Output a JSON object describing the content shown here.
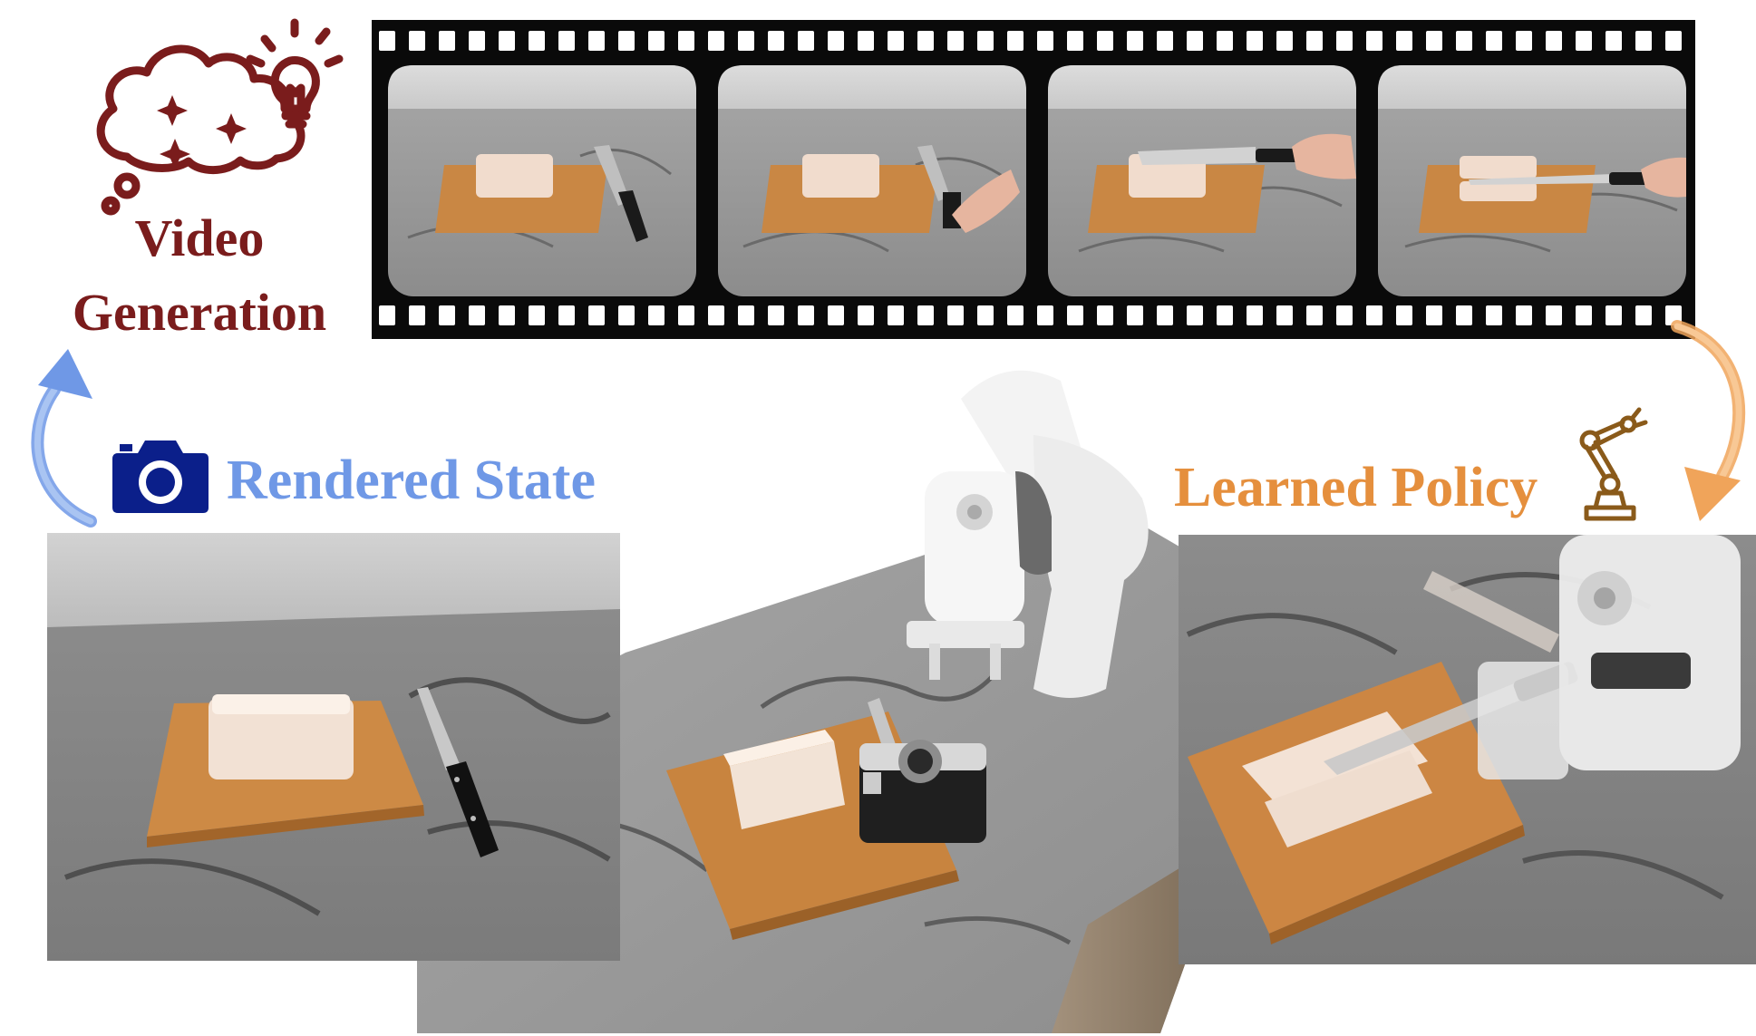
{
  "labels": {
    "video_generation_line1": "Video",
    "video_generation_line2": "Generation",
    "rendered_state": "Rendered State",
    "learned_policy": "Learned Policy"
  },
  "colors": {
    "video_generation": "#7a1c1c",
    "rendered_state": "#6f98e6",
    "learned_policy": "#e58f3d",
    "camera_icon": "#0b1f8a",
    "arrow_left": "#6f98e6",
    "arrow_right": "#f0a45a",
    "cutting_board": "#c8843f",
    "countertop": "#9d9d9d"
  },
  "icons": {
    "idea_cloud": "idea-cloud-icon",
    "camera": "camera-icon",
    "robot_arm": "robot-arm-icon"
  },
  "film_strip": {
    "frame_count": 4
  }
}
